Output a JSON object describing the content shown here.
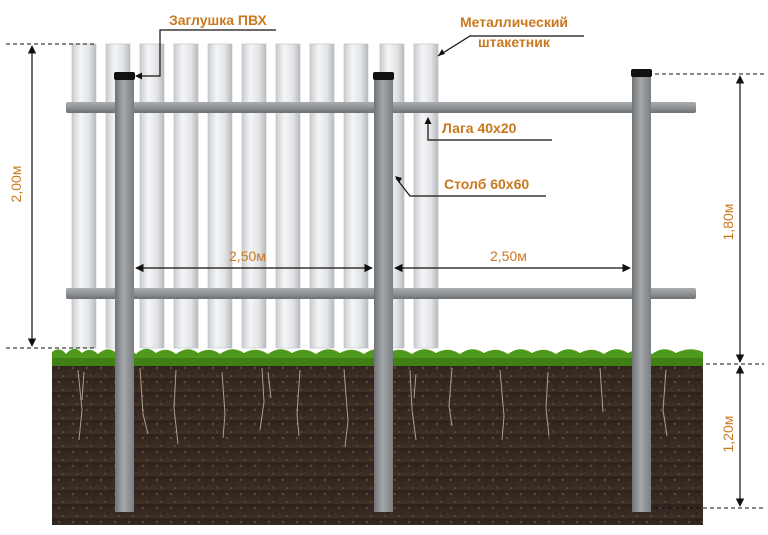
{
  "labels": {
    "plug": "Заглушка ПВХ",
    "picket_line1": "Металлический",
    "picket_line2": "штакетник",
    "rail": "Лага 40х20",
    "post": "Столб 60х60"
  },
  "dimensions": {
    "fence_height": "2,00м",
    "span_left": "2,50м",
    "span_right": "2,50м",
    "above_ground": "1,80м",
    "below_ground": "1,20м"
  },
  "colors": {
    "label_text": "#c9781e",
    "post": "#8e9295",
    "picket": "#e4e6e8",
    "soil": "#3b2c22",
    "grass": "#4f9a1c"
  }
}
